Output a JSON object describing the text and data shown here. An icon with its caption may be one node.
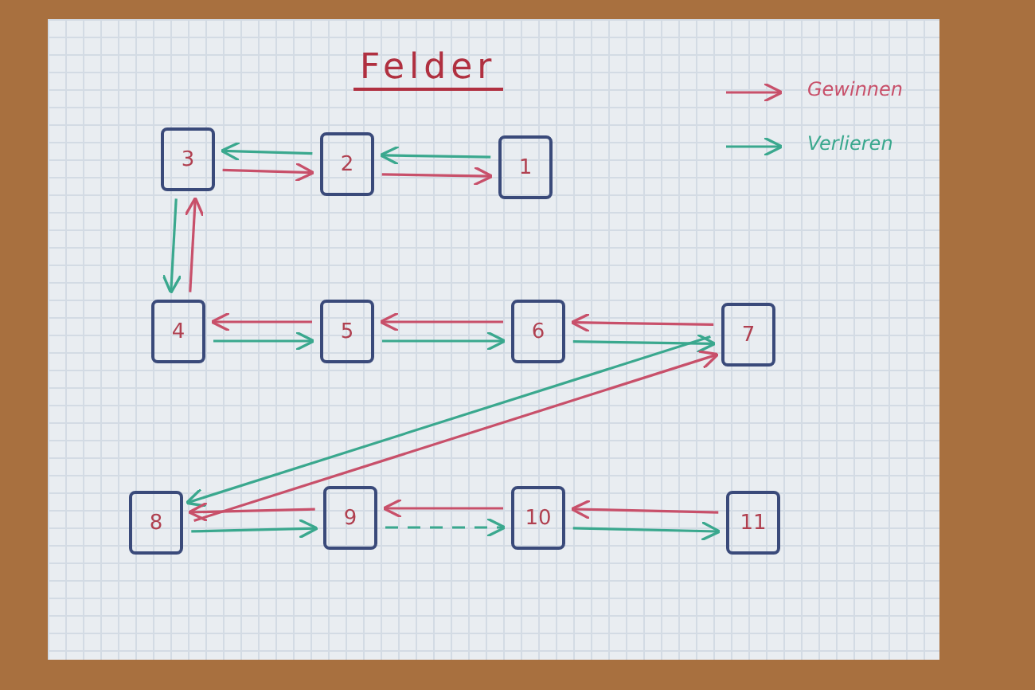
{
  "diagram": {
    "title": "Felder",
    "nodes": [
      {
        "text": [
          "1"
        ]
      },
      {
        "text": [
          "2"
        ]
      },
      {
        "text": [
          "3"
        ]
      },
      {
        "text": [
          "4"
        ]
      },
      {
        "text": [
          "5"
        ]
      },
      {
        "text": [
          "6"
        ]
      },
      {
        "text": [
          "7"
        ]
      },
      {
        "text": [
          "8"
        ]
      },
      {
        "text": [
          "9"
        ]
      },
      {
        "text": [
          "10"
        ]
      },
      {
        "text": [
          "11"
        ]
      }
    ],
    "edges": [
      {
        "from": 2,
        "to": 1,
        "arrow": "to",
        "color": "#c8506a"
      },
      {
        "from": 1,
        "to": 2,
        "arrow": "to",
        "color": "#3aa88e"
      },
      {
        "from": 1,
        "to": 0,
        "arrow": "to",
        "color": "#c8506a"
      },
      {
        "from": 0,
        "to": 1,
        "arrow": "to",
        "color": "#3aa88e"
      },
      {
        "from": 3,
        "to": 2,
        "arrow": "to",
        "color": "#c8506a"
      },
      {
        "from": 2,
        "to": 3,
        "arrow": "to",
        "color": "#3aa88e"
      },
      {
        "from": 3,
        "to": 4,
        "arrow": "to",
        "color": "#3aa88e"
      },
      {
        "from": 4,
        "to": 3,
        "arrow": "to",
        "color": "#c8506a"
      },
      {
        "from": 4,
        "to": 5,
        "arrow": "to",
        "color": "#3aa88e"
      },
      {
        "from": 5,
        "to": 4,
        "arrow": "to",
        "color": "#c8506a"
      },
      {
        "from": 5,
        "to": 6,
        "arrow": "to",
        "color": "#3aa88e"
      },
      {
        "from": 6,
        "to": 5,
        "arrow": "to",
        "color": "#c8506a"
      },
      {
        "from": 7,
        "to": 6,
        "arrow": "to",
        "color": "#c8506a"
      },
      {
        "from": 6,
        "to": 7,
        "arrow": "to",
        "color": "#3aa88e"
      },
      {
        "from": 8,
        "to": 7,
        "arrow": "to",
        "color": "#c8506a"
      },
      {
        "from": 7,
        "to": 8,
        "arrow": "to",
        "color": "#3aa88e"
      },
      {
        "from": 9,
        "to": 8,
        "arrow": "to",
        "color": "#c8506a"
      },
      {
        "from": 8,
        "to": 9,
        "arrow": "to",
        "style": "dashed",
        "color": "#3aa88e"
      },
      {
        "from": 10,
        "to": 9,
        "arrow": "to",
        "color": "#c8506a"
      },
      {
        "from": 9,
        "to": 10,
        "arrow": "to",
        "color": "#3aa88e"
      }
    ],
    "legend": [
      {
        "text": "Gewinnen"
      },
      {
        "text": "Verlieren"
      }
    ]
  }
}
